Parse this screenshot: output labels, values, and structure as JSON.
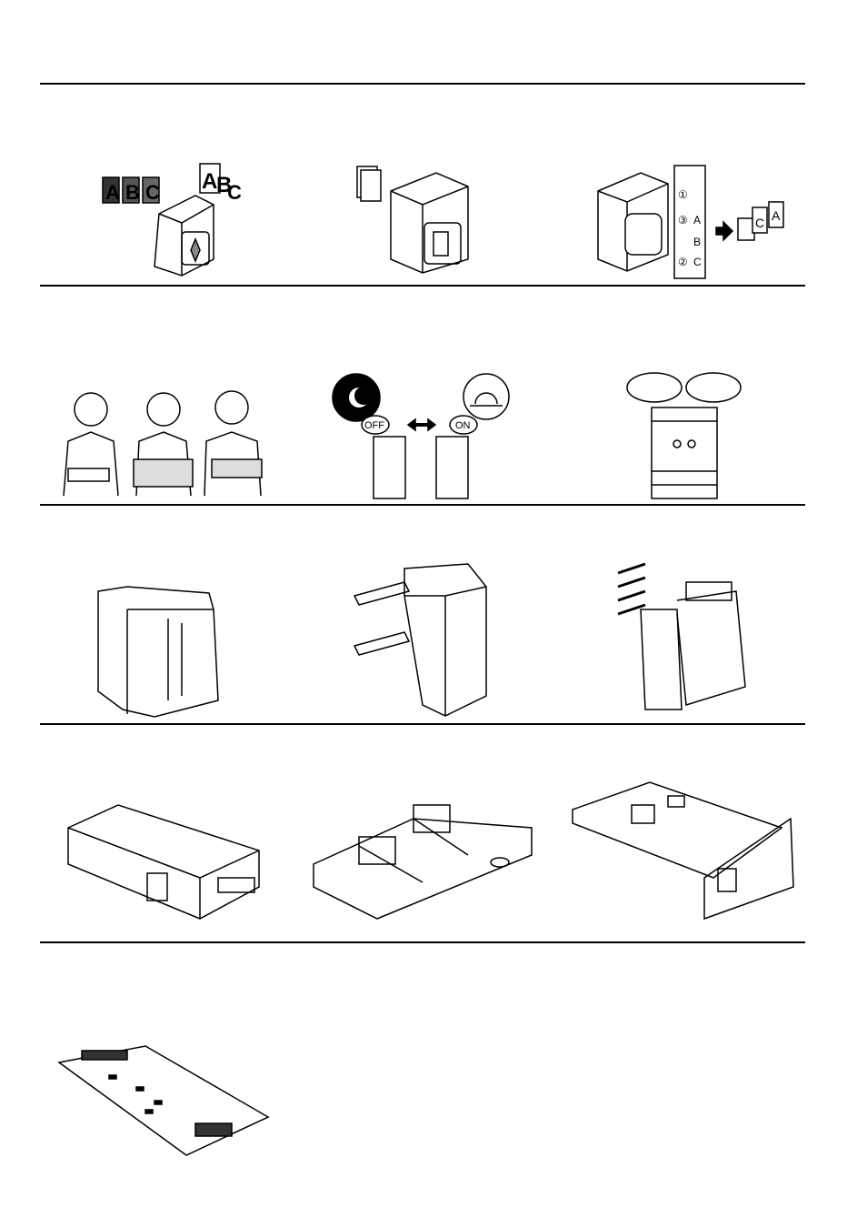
{
  "illustrations": {
    "abc_labels": {
      "a": "A",
      "b": "B",
      "c": "C"
    },
    "abc_small": {
      "a": "A",
      "b": "B",
      "c": "C"
    },
    "sort": {
      "n1": "①",
      "n3": "③",
      "n2": "②",
      "a": "A",
      "b": "B",
      "c": "C",
      "out_c": "C",
      "out_a": "A"
    },
    "power": {
      "off": "OFF",
      "on": "ON"
    }
  }
}
